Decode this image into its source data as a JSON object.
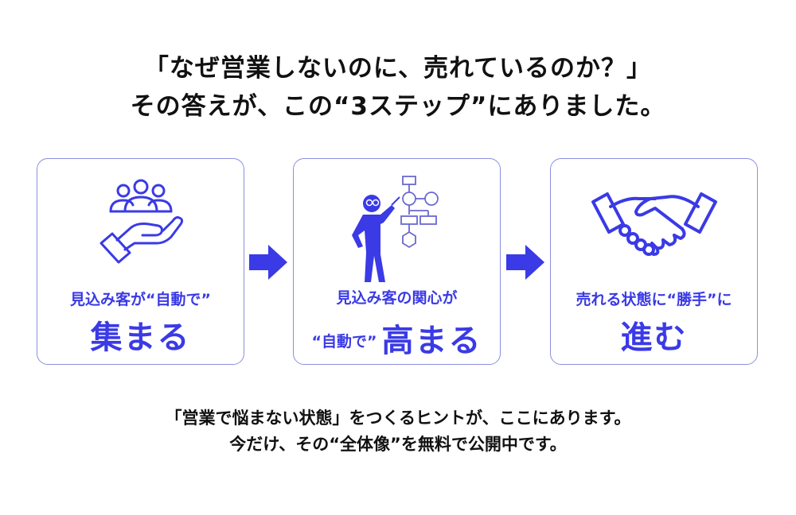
{
  "headline": {
    "line1": "「なぜ営業しないのに、売れているのか？」",
    "line2": "その答えが、この“3ステップ”にありました。"
  },
  "steps": [
    {
      "icon": "hand-holding-people-icon",
      "subtitle": "見込み客が“自動で”",
      "title": "集まる"
    },
    {
      "icon": "person-presenting-flowchart-icon",
      "subtitle": "見込み客の関心が",
      "prefix": "“自動で”",
      "title": "高まる"
    },
    {
      "icon": "handshake-icon",
      "subtitle": "売れる状態に“勝手”に",
      "title": "進む"
    }
  ],
  "arrows": [
    "arrow-right-icon",
    "arrow-right-icon"
  ],
  "footer": {
    "line1": "「営業で悩まない状態」をつくるヒントが、ここにあります。",
    "line2": "今だけ、その“全体像”を無料で公開中です。"
  },
  "colors": {
    "accent": "#3a3ae6",
    "border": "#8a8fe0",
    "text": "#111111"
  }
}
